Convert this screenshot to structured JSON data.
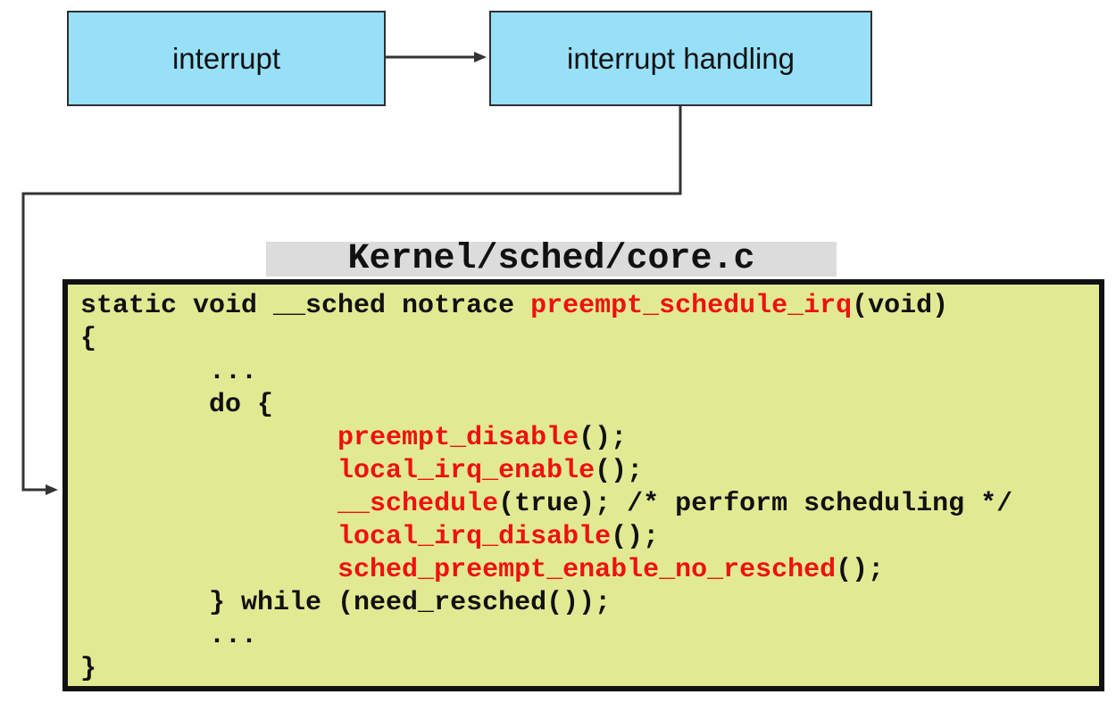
{
  "colors": {
    "node_fill": "#97e0f8",
    "node_border": "#2f2f2f",
    "code_bg": "#e1ea92",
    "code_border": "#111111",
    "file_label_bg": "#dcdcdc",
    "code_text": "#111111",
    "code_highlight": "#ee1111",
    "arrow": "#333333"
  },
  "nodes": [
    {
      "id": "interrupt",
      "label": "interrupt"
    },
    {
      "id": "interrupt-handling",
      "label": "interrupt handling"
    }
  ],
  "code_panel": {
    "file": "Kernel/sched/core.c",
    "lines": [
      {
        "segments": [
          {
            "text": "static void __sched notrace ",
            "color": "black"
          },
          {
            "text": "preempt_schedule_irq",
            "color": "red"
          },
          {
            "text": "(void)",
            "color": "black"
          }
        ]
      },
      {
        "segments": [
          {
            "text": "{",
            "color": "black"
          }
        ]
      },
      {
        "segments": [
          {
            "text": "        ...",
            "color": "black"
          }
        ]
      },
      {
        "segments": [
          {
            "text": "        do {",
            "color": "black"
          }
        ]
      },
      {
        "segments": [
          {
            "text": "                ",
            "color": "black"
          },
          {
            "text": "preempt_disable",
            "color": "red"
          },
          {
            "text": "();",
            "color": "black"
          }
        ]
      },
      {
        "segments": [
          {
            "text": "                ",
            "color": "black"
          },
          {
            "text": "local_irq_enable",
            "color": "red"
          },
          {
            "text": "();",
            "color": "black"
          }
        ]
      },
      {
        "segments": [
          {
            "text": "                ",
            "color": "black"
          },
          {
            "text": "__schedule",
            "color": "red"
          },
          {
            "text": "(true); /* perform scheduling */",
            "color": "black"
          }
        ]
      },
      {
        "segments": [
          {
            "text": "                ",
            "color": "black"
          },
          {
            "text": "local_irq_disable",
            "color": "red"
          },
          {
            "text": "();",
            "color": "black"
          }
        ]
      },
      {
        "segments": [
          {
            "text": "                ",
            "color": "black"
          },
          {
            "text": "sched_preempt_enable_no_resched",
            "color": "red"
          },
          {
            "text": "();",
            "color": "black"
          }
        ]
      },
      {
        "segments": [
          {
            "text": "        } while (need_resched());",
            "color": "black"
          }
        ]
      },
      {
        "segments": [
          {
            "text": "        ...",
            "color": "black"
          }
        ]
      },
      {
        "segments": [
          {
            "text": "}",
            "color": "black"
          }
        ]
      }
    ]
  }
}
